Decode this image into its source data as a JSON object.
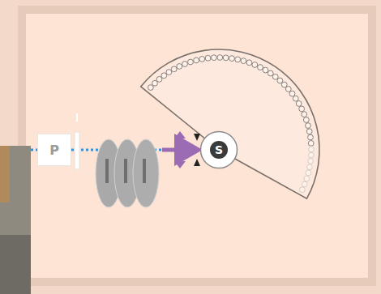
{
  "diagram": {
    "nodes": [
      {
        "text": [
          "P"
        ]
      },
      {
        "text": [
          "S"
        ]
      }
    ],
    "edges": [
      {
        "from": 0,
        "to": 1,
        "arrow": "to"
      }
    ]
  }
}
